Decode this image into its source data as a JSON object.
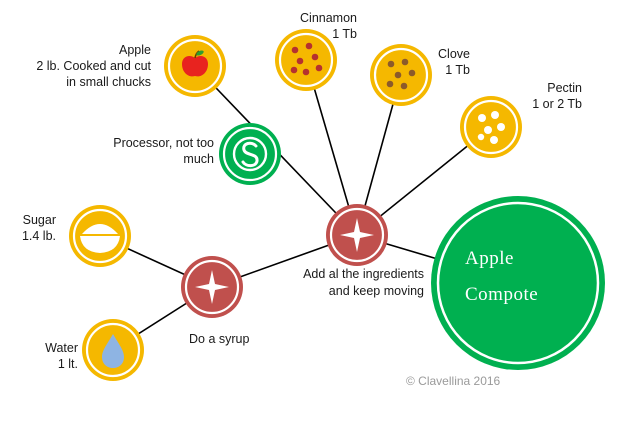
{
  "colors": {
    "gold": "#F5B800",
    "gold_ring": "#ffffff",
    "red": "#C0504D",
    "green": "#00B050",
    "line": "#000000",
    "label": "#1a1a1a",
    "copyright": "#9a9a9a"
  },
  "nodes": {
    "apple": {
      "icon": "apple-icon",
      "label": [
        "Apple",
        "2 lb. Cooked and cut",
        "in small chucks"
      ]
    },
    "cinnamon": {
      "icon": "dotted-circle-icon",
      "label": [
        "Cinnamon",
        "1 Tb"
      ]
    },
    "clove": {
      "icon": "dotted-circle-icon",
      "label": [
        "Clove",
        "1 Tb"
      ]
    },
    "pectin": {
      "icon": "dotted-circle-icon",
      "label": [
        "Pectin",
        "1 or 2 Tb"
      ]
    },
    "processor": {
      "icon": "s-swirl-icon",
      "label": [
        "Processor, not too",
        "much"
      ]
    },
    "sugar": {
      "icon": "sugar-bowl-icon",
      "label": [
        "Sugar",
        "1.4 lb."
      ]
    },
    "water": {
      "icon": "water-drop-icon",
      "label": [
        "Water",
        "1 lt."
      ]
    },
    "mix": {
      "icon": "four-point-star-icon",
      "label": [
        "Add al the ingredients",
        "and  keep moving"
      ]
    },
    "syrup": {
      "icon": "four-point-star-icon",
      "label": [
        "Do a  syrup"
      ]
    },
    "result": {
      "label": [
        "Apple",
        "Compote"
      ]
    }
  },
  "copyright": "© Clavellina 2016"
}
